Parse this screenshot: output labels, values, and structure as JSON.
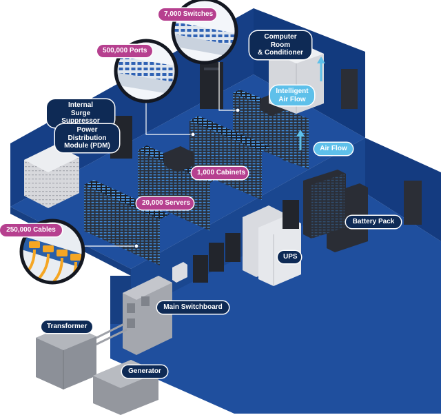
{
  "labels": {
    "switches": "7,000 Switches",
    "ports": "500,000 Ports",
    "surge": "Internal\nSurge Suppressor",
    "pdm": "Power Distribution\nModule (PDM)",
    "crac": "Computer Room\n& Conditioner",
    "intelligent_air_flow": "Intelligent\nAir Flow",
    "air_flow": "Air Flow",
    "cabinets": "1,000 Cabinets",
    "servers": "20,000 Servers",
    "cables": "250,000 Cables",
    "battery": "Battery Pack",
    "ups": "UPS",
    "switchboard": "Main Switchboard",
    "transformer": "Transformer",
    "generator": "Generator"
  },
  "colors": {
    "navy_label": "#0e2a55",
    "pink_label": "#b6408f",
    "light_blue_label": "#5ec0ea",
    "floor_blue": "#1f4f9e",
    "wall_blue": "#163f86",
    "rack_dark": "#262a33",
    "server_led": "#3d8fe0"
  }
}
